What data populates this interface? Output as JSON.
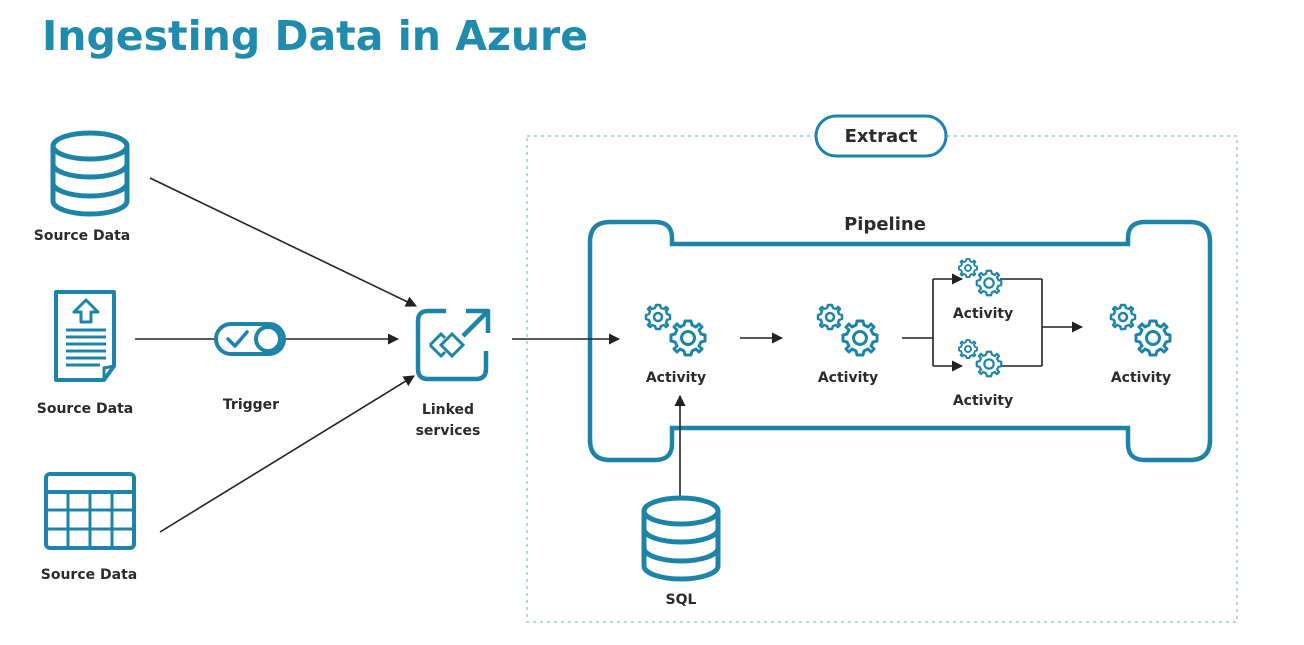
{
  "title": "Ingesting Data in Azure",
  "sources": [
    {
      "label": "Source Data",
      "icon": "database-icon"
    },
    {
      "label": "Source Data",
      "icon": "document-upload-icon"
    },
    {
      "label": "Source Data",
      "icon": "table-grid-icon"
    }
  ],
  "trigger": {
    "label": "Trigger",
    "icon": "toggle-switch-icon"
  },
  "linked_services": {
    "line1": "Linked",
    "line2": "services",
    "icon": "linked-services-icon"
  },
  "extract": {
    "label": "Extract"
  },
  "pipeline": {
    "label": "Pipeline",
    "activities": [
      {
        "label": "Activity",
        "icon": "gears-icon"
      },
      {
        "label": "Activity",
        "icon": "gears-icon"
      },
      {
        "label": "Activity",
        "icon": "gears-icon"
      },
      {
        "label": "Activity",
        "icon": "gears-icon"
      },
      {
        "label": "Activity",
        "icon": "gears-icon"
      }
    ]
  },
  "sql": {
    "label": "SQL",
    "icon": "database-icon"
  },
  "colors": {
    "accent": "#1d84a8",
    "title": "#1f8bad",
    "text": "#2b2b2b"
  }
}
